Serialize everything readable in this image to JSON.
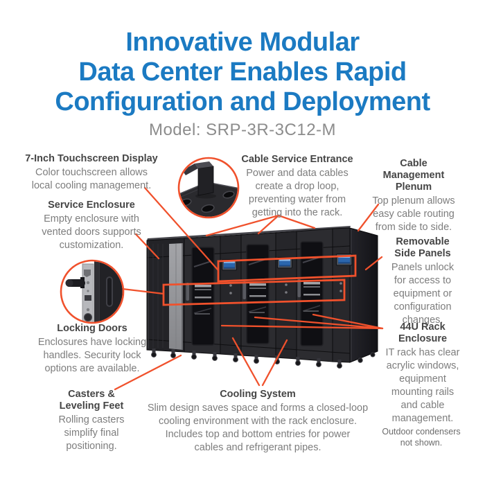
{
  "colors": {
    "title_blue": "#1b7ac2",
    "accent_orange": "#f0512c",
    "heading_gray": "#454545",
    "body_gray": "#7d7d7d",
    "model_gray": "#8c8c8c",
    "background": "#ffffff"
  },
  "header": {
    "title_line1": "Innovative Modular",
    "title_line2": "Data Center Enables Rapid",
    "title_line3": "Configuration and Deployment",
    "model": "Model: SRP-3R-3C12-M"
  },
  "callouts": {
    "touchscreen": {
      "title": "7-Inch Touchscreen Display",
      "body": "Color touchscreen allows\nlocal cooling management."
    },
    "service_enclosure": {
      "title": "Service Enclosure",
      "body": "Empty enclosure with\nvented doors supports\ncustomization."
    },
    "cable_service_entrance": {
      "title": "Cable Service Entrance",
      "body": "Power and data cables\ncreate a drop loop,\npreventing water from\ngetting into the rack."
    },
    "cable_management_plenum": {
      "title": "Cable\nManagement\nPlenum",
      "body": "Top plenum allows\neasy cable routing\nfrom side to side."
    },
    "removable_side_panels": {
      "title": "Removable\nSide Panels",
      "body": "Panels unlock\nfor access to\nequipment or\nconfiguration\nchanges."
    },
    "locking_doors": {
      "title": "Locking Doors",
      "body": "Enclosures have locking\nhandles. Security lock\noptions are available."
    },
    "rack_enclosure_44u": {
      "title": "44U Rack\nEnclosure",
      "body": "IT rack has clear\nacrylic windows,\nequipment\nmounting rails\nand cable\nmanagement."
    },
    "casters": {
      "title": "Casters &\nLeveling Feet",
      "body": "Rolling casters\nsimplify final\npositioning."
    },
    "cooling_system": {
      "title": "Cooling System",
      "body": "Slim design saves space and forms a closed-loop\ncooling environment with the rack enclosure.\nIncludes top and bottom entries for power\ncables and refrigerant pipes."
    }
  },
  "footnote": "Outdoor condensers\nnot shown."
}
